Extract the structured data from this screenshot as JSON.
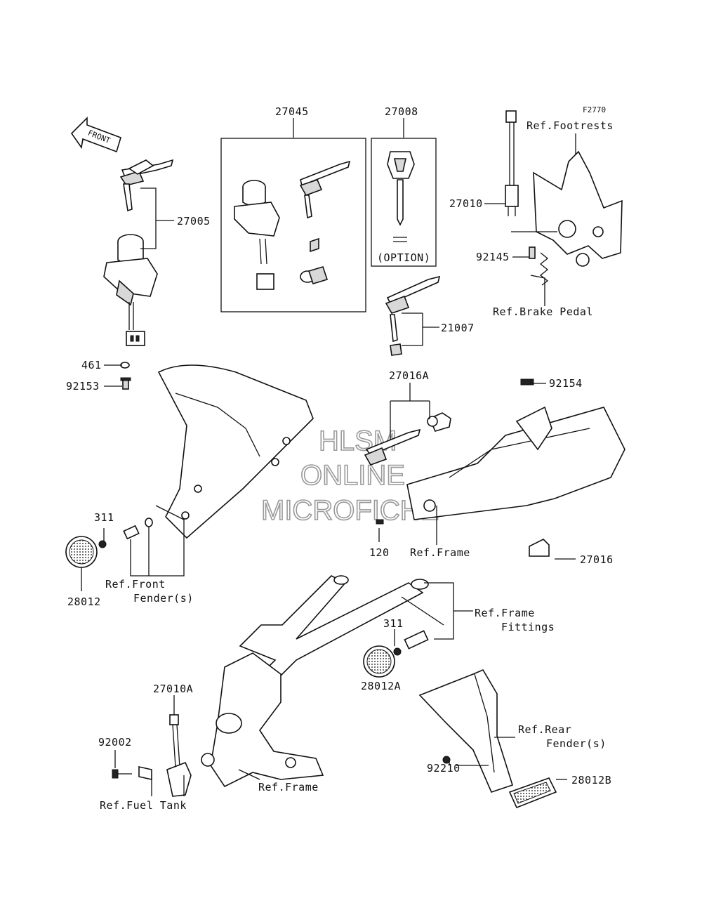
{
  "diagram_code": "F2770",
  "front_arrow": "FRONT",
  "watermark": {
    "line1": "HLSM",
    "line2": "ONLINE",
    "line3": "MICROFICHE"
  },
  "option_box_label": "(OPTION)",
  "callouts": [
    {
      "id": "c-27045",
      "text": "27045"
    },
    {
      "id": "c-27008",
      "text": "27008"
    },
    {
      "id": "c-27005",
      "text": "27005"
    },
    {
      "id": "c-27010",
      "text": "27010"
    },
    {
      "id": "c-92145",
      "text": "92145"
    },
    {
      "id": "c-21007",
      "text": "21007"
    },
    {
      "id": "c-461",
      "text": "461"
    },
    {
      "id": "c-92153",
      "text": "92153"
    },
    {
      "id": "c-27016A",
      "text": "27016A"
    },
    {
      "id": "c-92154",
      "text": "92154"
    },
    {
      "id": "c-311a",
      "text": "311"
    },
    {
      "id": "c-28012",
      "text": "28012"
    },
    {
      "id": "c-120",
      "text": "120"
    },
    {
      "id": "c-27016",
      "text": "27016"
    },
    {
      "id": "c-311b",
      "text": "311"
    },
    {
      "id": "c-28012A",
      "text": "28012A"
    },
    {
      "id": "c-27010A",
      "text": "27010A"
    },
    {
      "id": "c-92002",
      "text": "92002"
    },
    {
      "id": "c-92210",
      "text": "92210"
    },
    {
      "id": "c-28012B",
      "text": "28012B"
    }
  ],
  "references": [
    {
      "id": "r-footrests",
      "text": "Ref.Footrests"
    },
    {
      "id": "r-brake",
      "text": "Ref.Brake Pedal"
    },
    {
      "id": "r-frame1",
      "text": "Ref.Frame"
    },
    {
      "id": "r-front-fender-1",
      "text": "Ref.Front"
    },
    {
      "id": "r-front-fender-2",
      "text": "Fender(s)"
    },
    {
      "id": "r-frame-fit-1",
      "text": "Ref.Frame"
    },
    {
      "id": "r-frame-fit-2",
      "text": "Fittings"
    },
    {
      "id": "r-rear-fender-1",
      "text": "Ref.Rear"
    },
    {
      "id": "r-rear-fender-2",
      "text": "Fender(s)"
    },
    {
      "id": "r-fuel",
      "text": "Ref.Fuel Tank"
    },
    {
      "id": "r-frame2",
      "text": "Ref.Frame"
    }
  ]
}
